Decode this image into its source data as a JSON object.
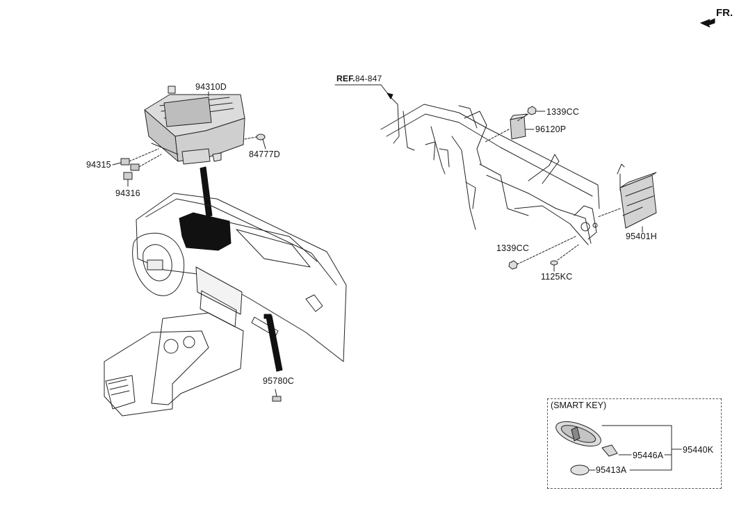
{
  "orientation": {
    "label": "FR."
  },
  "reference": {
    "prefix": "REF.",
    "number": "84-847"
  },
  "parts": {
    "cluster": "94310D",
    "connector_a": "94315",
    "connector_b": "94316",
    "screw_cluster": "84777D",
    "sensor": "95780C",
    "nut_top": "1339CC",
    "module_small": "96120P",
    "bcm": "95401H",
    "nut_bottom": "1339CC",
    "bolt": "1125KC"
  },
  "smart_key": {
    "title": "(SMART KEY)",
    "assembly": "95440K",
    "key_blade": "95446A",
    "battery": "95413A"
  }
}
